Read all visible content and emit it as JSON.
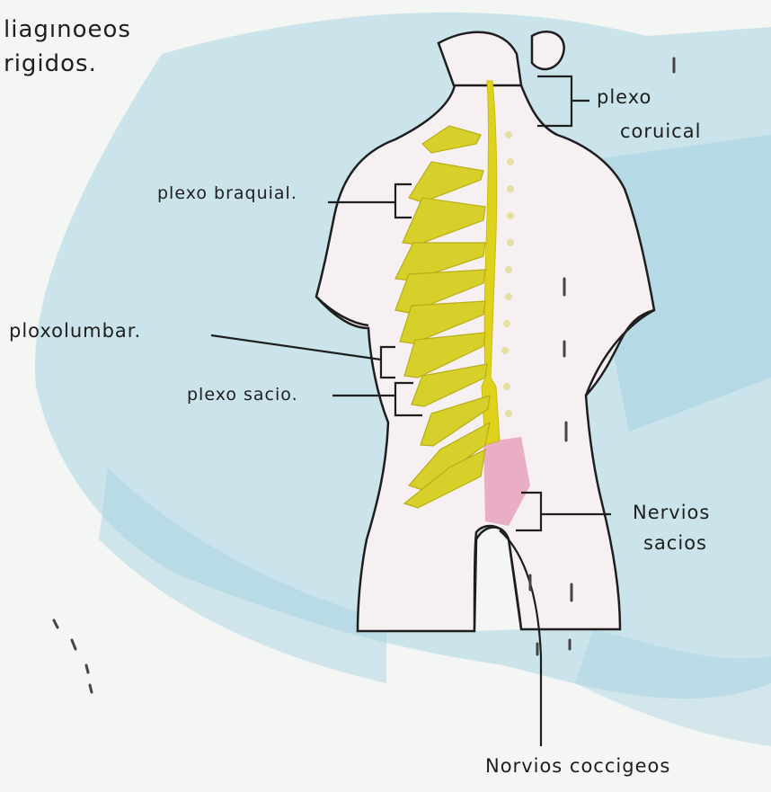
{
  "notes": {
    "line1": "liagınoeos",
    "line2": "rigidos."
  },
  "labels": {
    "plexo_cervical_line1": "plexo",
    "plexo_cervical_line2": "coruical",
    "plexo_braquial": "plexo braquial.",
    "plexo_lumbar": "ploxolumbar.",
    "plexo_sacro": "plexo sacio.",
    "nervios_sacros_line1": "Nervios",
    "nervios_sacros_line2": "sacios",
    "nervios_coccigeos": "Norvios coccigeos"
  },
  "colors": {
    "paper": "#f4f6f4",
    "blue_wash": "#a9d3e2",
    "spinal_cord": "#e0d21c",
    "nerves": "#d8d02a",
    "sacral_region": "#e6a2bd",
    "body_fill": "#f7f0f2",
    "ink": "#1e1e1e"
  }
}
